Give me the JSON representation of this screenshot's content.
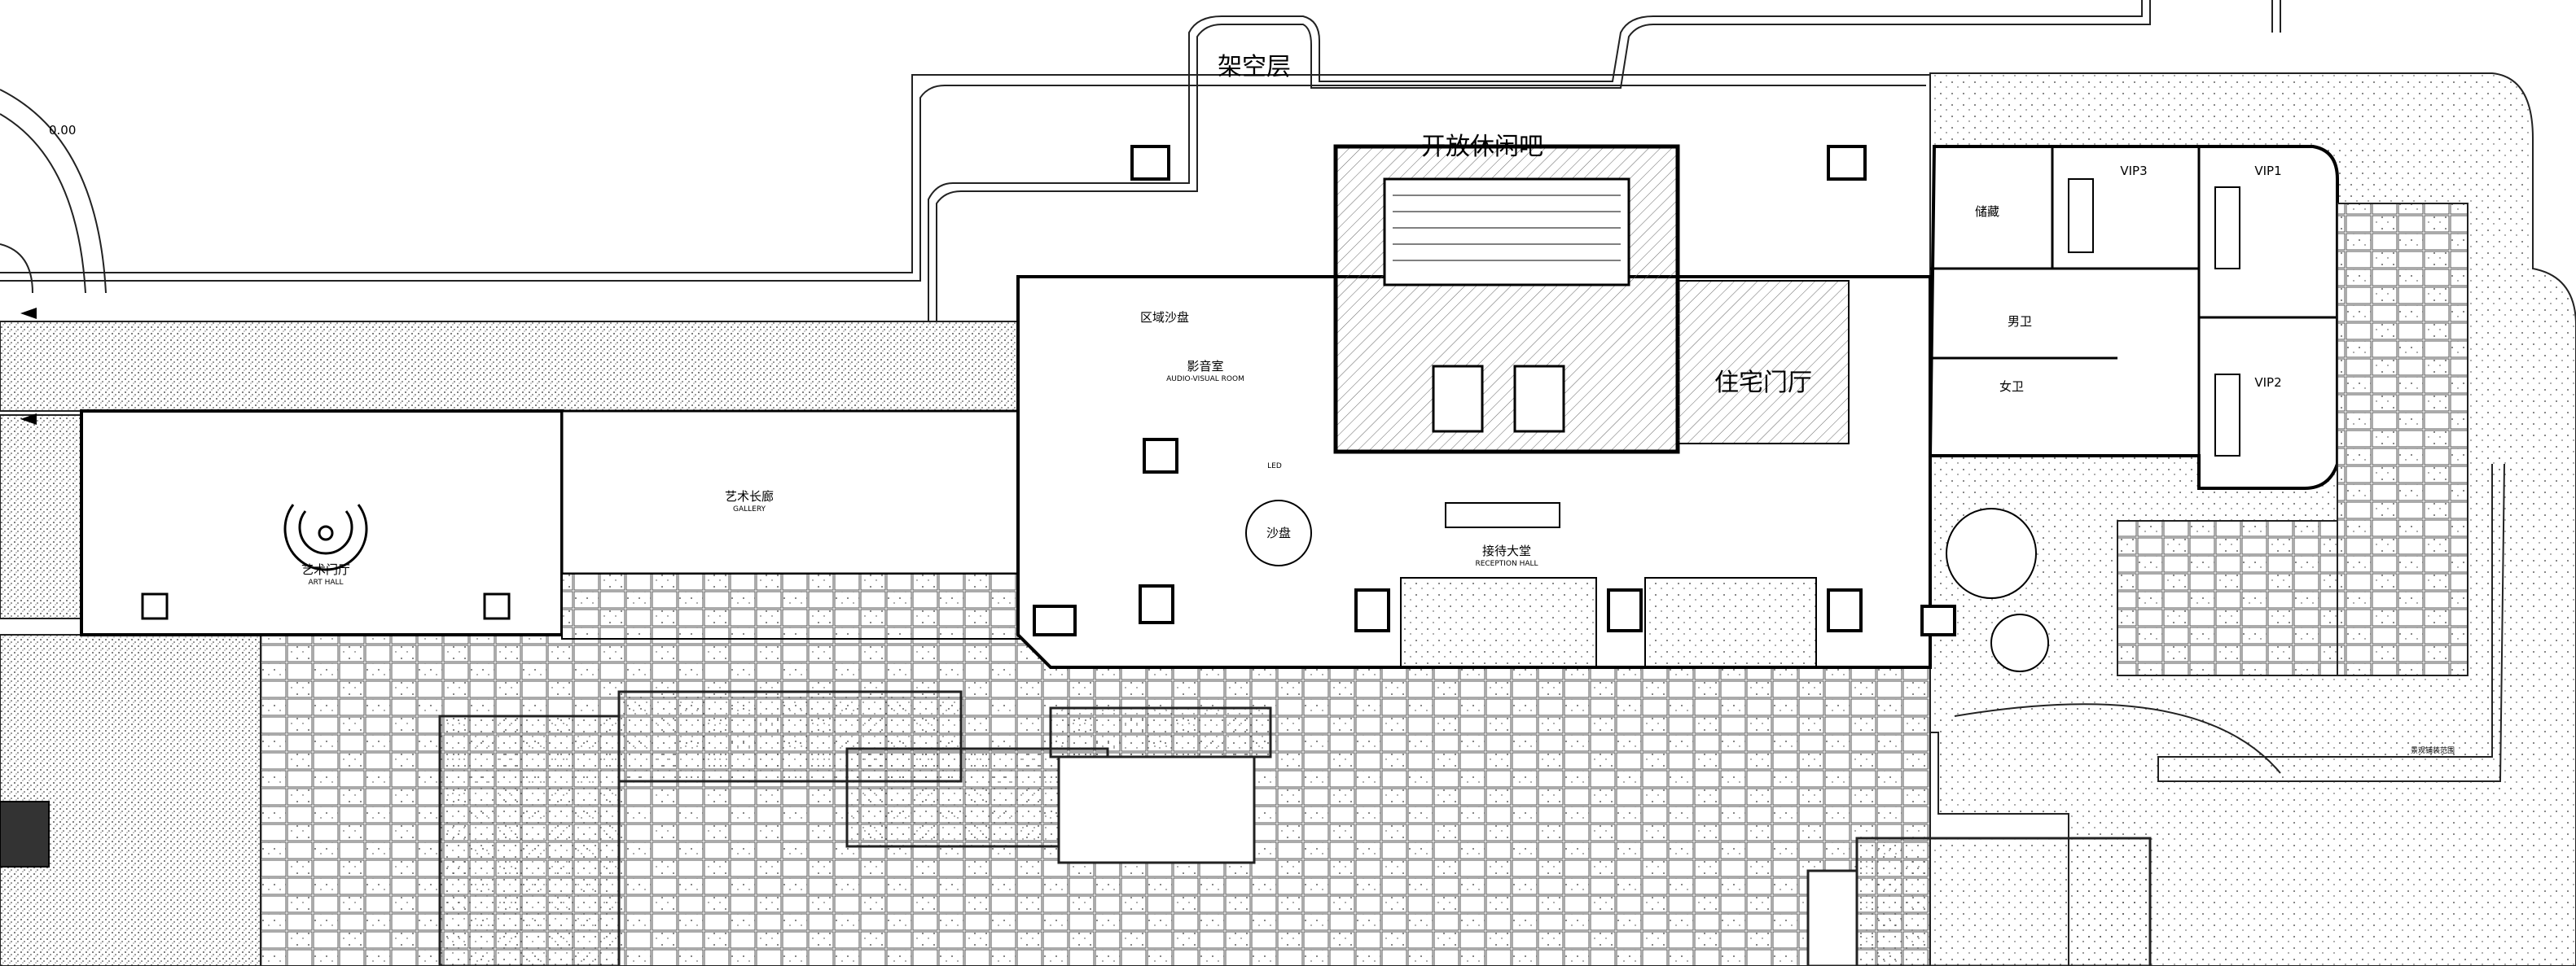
{
  "plan": {
    "labels": {
      "pilotis": "架空层",
      "open_lounge": "开放休闲吧",
      "residential_lobby": "住宅门厅",
      "regional_sand_table": "区域沙盘",
      "video_room": "影音室",
      "video_room_sub": "AUDIO-VISUAL ROOM",
      "art_gallery": "艺术长廊",
      "art_gallery_sub": "GALLERY",
      "art_hall": "艺术门厅",
      "art_hall_sub": "ART HALL",
      "reception_hall": "接待大堂",
      "reception_hall_sub": "RECEPTION HALL",
      "sand_table": "沙盘",
      "led": "LED",
      "vip1": "VIP1",
      "vip2": "VIP2",
      "vip3": "VIP3",
      "storage": "储藏",
      "male_toilet": "男卫",
      "female_toilet": "女卫",
      "elevation_mark": "0.00",
      "landscape_note": "景观铺装范围"
    }
  }
}
